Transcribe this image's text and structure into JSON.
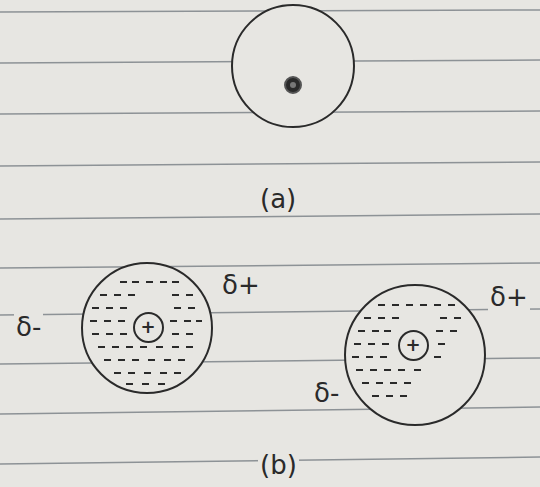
{
  "diagram": {
    "nodes": [
      {
        "text": [
          "+"
        ]
      },
      {
        "text": [
          "+"
        ]
      }
    ],
    "labels": [
      "(a)",
      "δ-",
      "δ+",
      "δ-",
      "δ+",
      "(b)"
    ]
  }
}
